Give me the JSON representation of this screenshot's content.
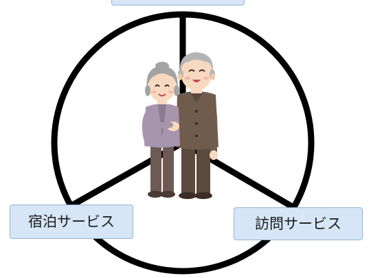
{
  "labels": {
    "top": "",
    "left": "宿泊サービス",
    "right": "訪問サービス"
  },
  "colors": {
    "ring": "#000000",
    "label_fill": "#d6e6f6",
    "label_border": "#8fb4d8",
    "grandma_hair": "#a3a3a3",
    "grandma_cardigan": "#a695ad",
    "grandma_pants": "#6d5a55",
    "grandpa_hair": "#b5b5b5",
    "grandpa_shirt": "#6f5c4d",
    "skin": "#f7d9c0"
  },
  "icons": {
    "center": "elderly-couple-illustration"
  }
}
